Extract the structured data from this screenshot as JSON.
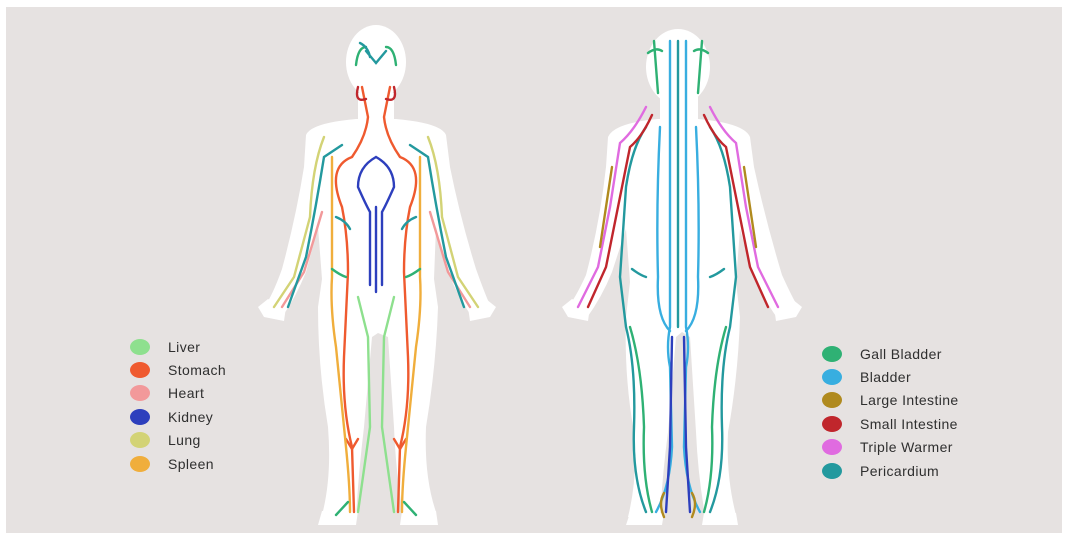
{
  "legend_left": [
    {
      "label": "Liver",
      "color": "#8ee08e"
    },
    {
      "label": "Stomach",
      "color": "#ef5a2f"
    },
    {
      "label": "Heart",
      "color": "#f2999a"
    },
    {
      "label": "Kidney",
      "color": "#2d3fbd"
    },
    {
      "label": "Lung",
      "color": "#d3d376"
    },
    {
      "label": "Spleen",
      "color": "#f0ae3c"
    }
  ],
  "legend_right": [
    {
      "label": "Gall Bladder",
      "color": "#2fb174"
    },
    {
      "label": "Bladder",
      "color": "#38aee0"
    },
    {
      "label": "Large Intestine",
      "color": "#b08a1e"
    },
    {
      "label": "Small Intestine",
      "color": "#c0262c"
    },
    {
      "label": "Triple Warmer",
      "color": "#e06be0"
    },
    {
      "label": "Pericardium",
      "color": "#23999e"
    }
  ],
  "figures": [
    {
      "view": "front",
      "meridians": [
        "Liver",
        "Stomach",
        "Heart",
        "Kidney",
        "Lung",
        "Spleen"
      ]
    },
    {
      "view": "back",
      "meridians": [
        "Gall Bladder",
        "Bladder",
        "Large Intestine",
        "Small Intestine",
        "Triple Warmer",
        "Pericardium"
      ]
    }
  ],
  "background_color": "#e6e2e1",
  "body_color": "#ffffff"
}
